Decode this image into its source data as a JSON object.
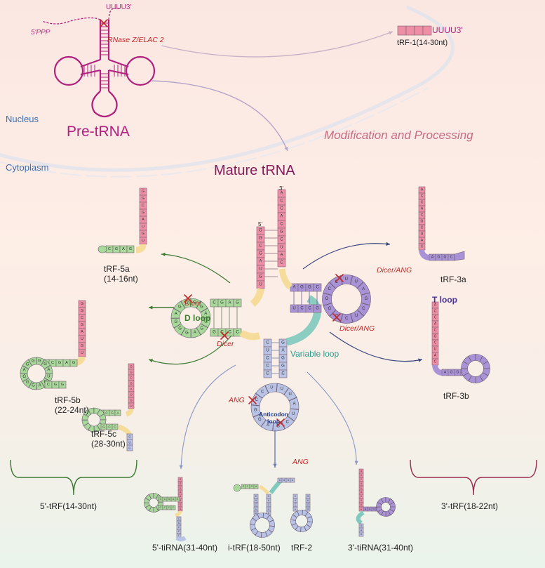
{
  "labels": {
    "nucleus": "Nucleus",
    "cytoplasm": "Cytoplasm",
    "pre_trna": "Pre-tRNA",
    "mature_trna": "Mature tRNA",
    "modification": "Modification and Processing",
    "five_ppp": "5'PPP",
    "uuuu_top": "UUUU3'",
    "rnase": "RNase Z/ELAC 2",
    "uuuu_trf1": "UUUU3'",
    "trf1": "tRF-1(14-30nt)",
    "trf5a": "tRF-5a",
    "trf5a_len": "(14-16nt)",
    "trf5b": "tRF-5b",
    "trf5b_len": "(22-24nt)",
    "trf5c": "tRF-5c",
    "trf5c_len": "(28-30nt)",
    "trf3a": "tRF-3a",
    "trf3b": "tRF-3b",
    "five_trf": "5'-tRF(14-30nt)",
    "three_trf": "3'-tRF(18-22nt)",
    "five_tirna": "5'-tiRNA(31-40nt)",
    "i_trf": "i-tRF(18-50nt)",
    "trf2": "tRF-2",
    "three_tirna": "3'-tiRNA(31-40nt)",
    "d_loop": "D loop",
    "t_loop": "T loop",
    "variable_loop": "Variable loop",
    "anticodon_1": "Anticodon",
    "anticodon_2": "loop",
    "dicer_top": "Dicer",
    "dicer_bottom": "Dicer",
    "dicer_ang_top": "Dicer/ANG",
    "dicer_ang_bottom": "Dicer/ANG",
    "ang_left": "ANG",
    "ang_right": "ANG",
    "three_prime": "3'",
    "five_prime": "5'"
  },
  "sequences": {
    "acceptor_3": "ACCACGCUAC",
    "acceptor_5": "GGCGAUGU",
    "d_stem_top": "AUGGCGAG",
    "d_stem_bottom": "AGCCC",
    "t_stem_top": "AGGC",
    "t_stem_bottom": "UCCG",
    "t_loop": "UUAGCU",
    "anticodon_stem_left": "CUCCC",
    "anticodon_stem_right": "GAGGC",
    "anticodon_loop": "UUUAUC"
  },
  "colors": {
    "acceptor": "#ef8fa6",
    "d_arm": "#a8d99a",
    "t_arm": "#a993d6",
    "anticodon": "#b9c3e6",
    "variable": "#7fc9be",
    "linker": "#f5dc9a",
    "pre_trna": "#b1207e",
    "red": "#c02a2a",
    "arrow_green": "#3c7a32",
    "arrow_navy": "#3a4680"
  }
}
